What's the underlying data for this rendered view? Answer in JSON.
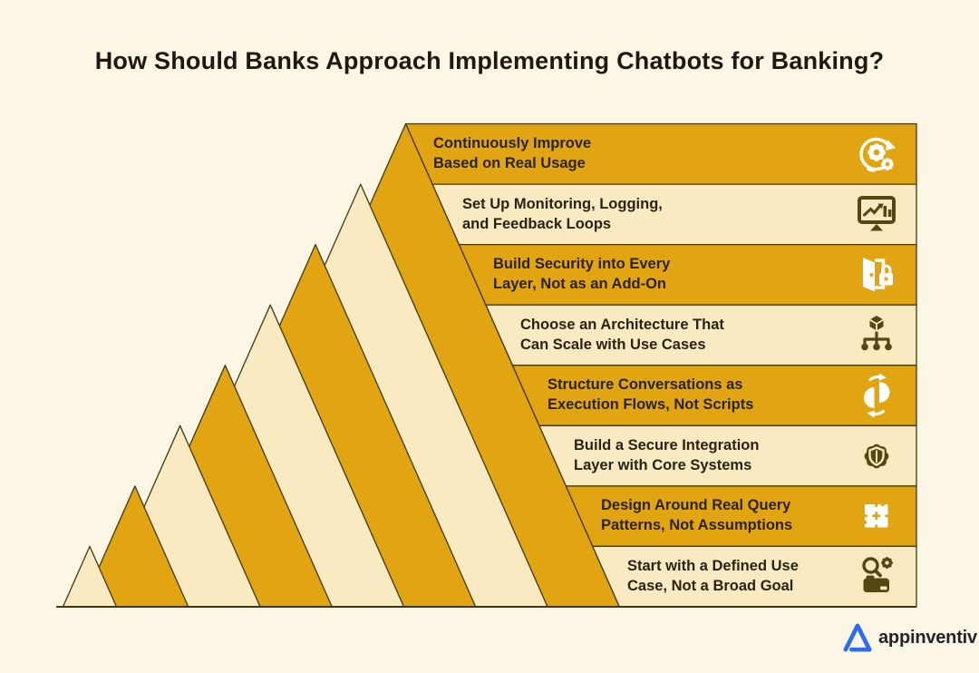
{
  "title": "How Should Banks Approach Implementing Chatbots for Banking?",
  "diagram": {
    "type": "stepped-pyramid-infographic",
    "description": "Eight alternating gold and cream mountain peaks with matching horizontal step bars, read bottom-up as implementation steps",
    "rows": [
      {
        "line1": "Continuously Improve",
        "line2": "Based on Real Usage",
        "icon": "improvement-cycle-icon",
        "variant": "gold"
      },
      {
        "line1": "Set Up Monitoring, Logging,",
        "line2": "and Feedback Loops",
        "icon": "monitoring-dashboard-icon",
        "variant": "cream"
      },
      {
        "line1": "Build Security into Every",
        "line2": "Layer, Not as an Add-On",
        "icon": "door-lock-icon",
        "variant": "gold"
      },
      {
        "line1": "Choose an Architecture That",
        "line2": "Can Scale with Use Cases",
        "icon": "architecture-nodes-icon",
        "variant": "cream"
      },
      {
        "line1": "Structure Conversations as",
        "line2": "Execution Flows, Not Scripts",
        "icon": "flow-cycle-icon",
        "variant": "gold"
      },
      {
        "line1": "Build a Secure Integration",
        "line2": "Layer with Core Systems",
        "icon": "gear-shield-icon",
        "variant": "cream"
      },
      {
        "line1": "Design Around Real Query",
        "line2": "Patterns, Not Assumptions",
        "icon": "puzzle-pieces-icon",
        "variant": "gold"
      },
      {
        "line1": "Start with a Defined Use",
        "line2": "Case, Not a Broad Goal",
        "icon": "search-gear-icon",
        "variant": "cream"
      }
    ]
  },
  "logo": {
    "text": "appinventiv"
  },
  "colors": {
    "background": "#FCF6E5",
    "gold": "#E1A512",
    "cream": "#FAEAC2",
    "outline": "#42370C",
    "title_text": "#1D1912",
    "step_text": "#2A2313",
    "icon_on_gold": "#FFFFFF",
    "icon_on_cream": "#564612",
    "logo_blue": "#2E6BF3",
    "logo_text": "#24242D"
  }
}
